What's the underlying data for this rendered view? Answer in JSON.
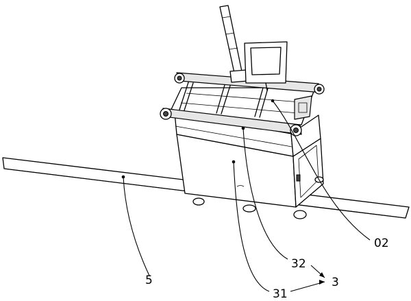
{
  "labels": {
    "rail": "5",
    "rail_end": "02",
    "upper_body": "32",
    "lower_body": "31",
    "assembly": "3"
  }
}
